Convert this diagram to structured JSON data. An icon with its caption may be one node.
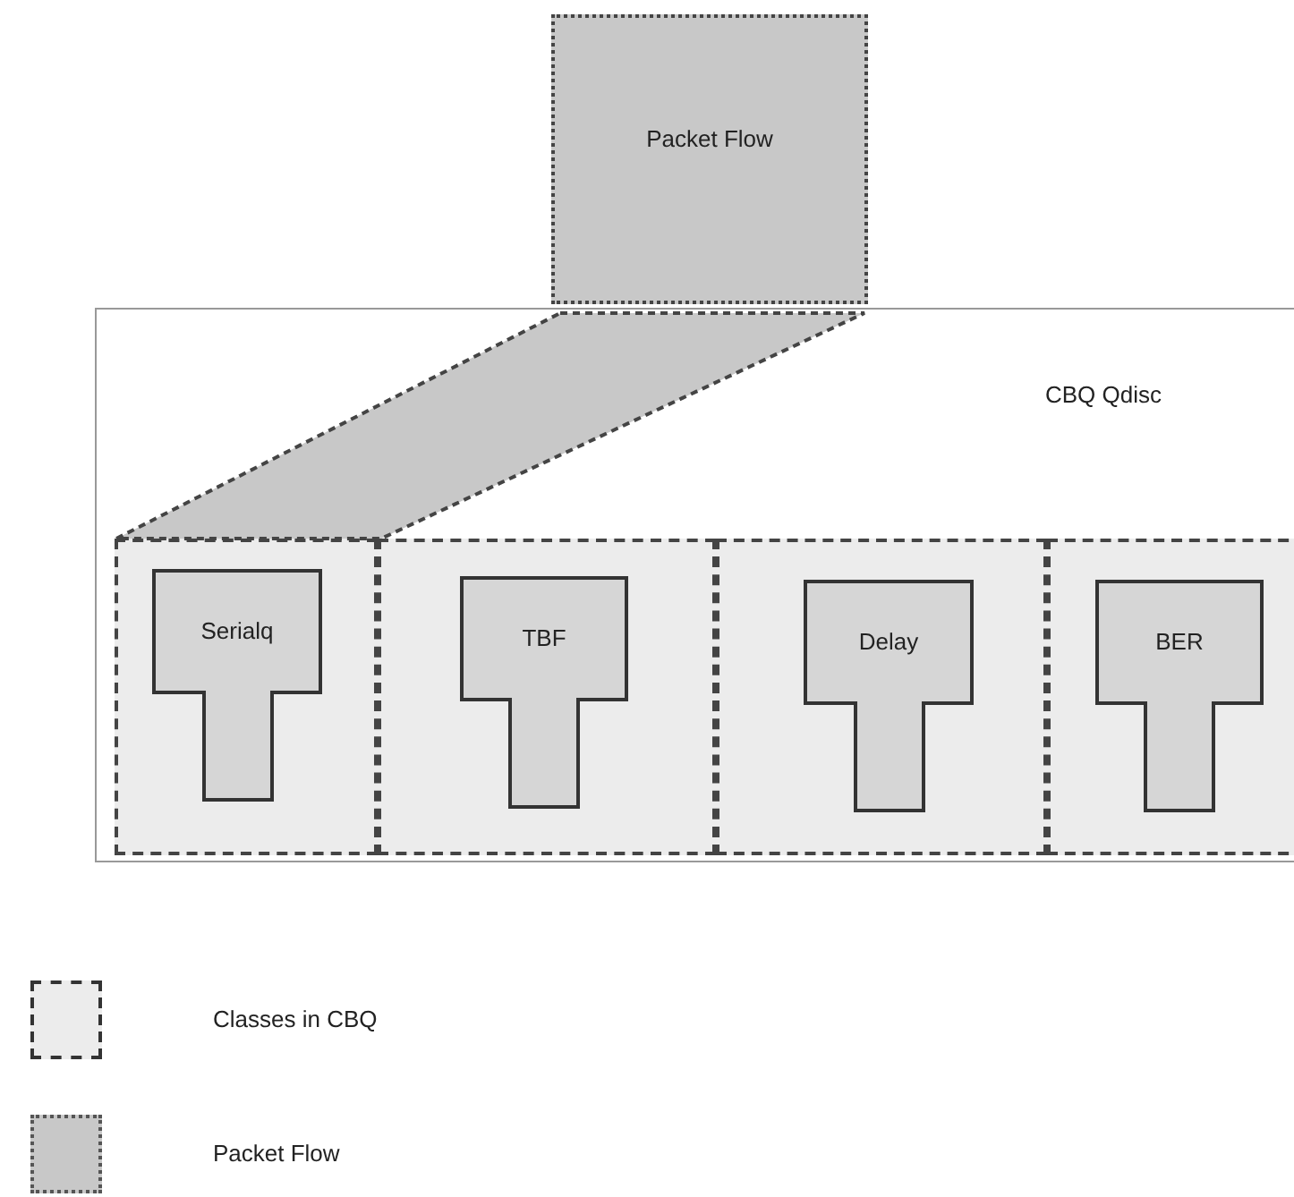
{
  "diagram": {
    "nodes": [
      {
        "text": [
          "Packet Flow"
        ]
      },
      {
        "text": [
          "CBQ Qdisc"
        ]
      },
      {
        "text": [],
        "shape": "box",
        "in": 1
      },
      {
        "text": [
          "Serialq"
        ],
        "in": 2
      },
      {
        "text": [],
        "shape": "box",
        "in": 1
      },
      {
        "text": [
          "TBF"
        ],
        "in": 4
      },
      {
        "text": [],
        "shape": "box",
        "in": 1
      },
      {
        "text": [
          "Delay"
        ],
        "in": 6
      },
      {
        "text": [],
        "shape": "box",
        "in": 1
      },
      {
        "text": [
          "BER"
        ],
        "in": 8
      },
      {
        "text": [],
        "shape": "band",
        "in": 1
      }
    ],
    "legend": [
      {
        "text": "Classes in CBQ",
        "color": "#ececec"
      },
      {
        "text": "Packet Flow",
        "color": "#c8c8c8"
      }
    ]
  }
}
